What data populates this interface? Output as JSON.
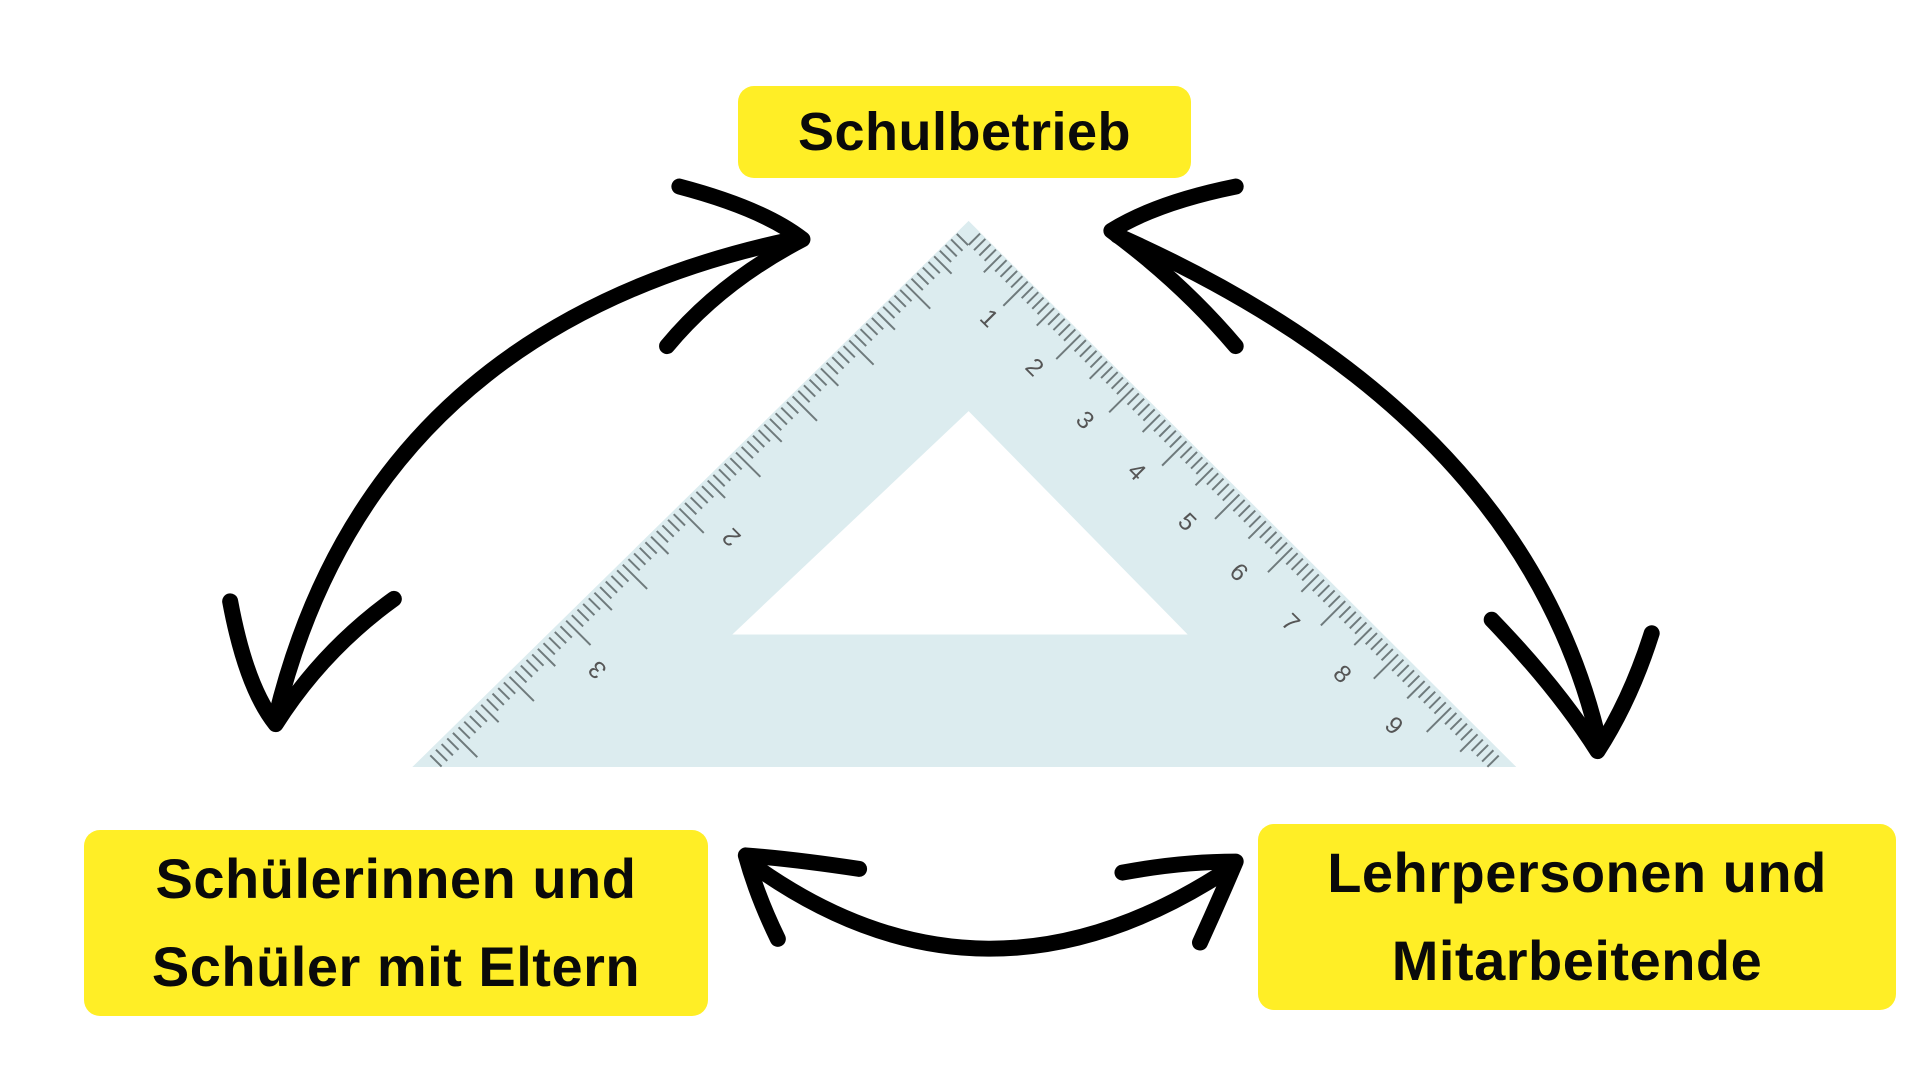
{
  "nodes": {
    "top": "Schulbetrieb",
    "left": [
      "Schülerinnen und",
      "Schüler mit Eltern"
    ],
    "right": [
      "Lehrpersonen und",
      "Mitarbeitende"
    ]
  },
  "ruler": {
    "right_edge_labels": [
      "1",
      "2",
      "3",
      "4",
      "5",
      "6",
      "7",
      "8",
      "9"
    ],
    "left_edge_labels": [
      "2",
      "3"
    ]
  },
  "colors": {
    "box": "#ffee26",
    "ruler": "#dcecef",
    "arrow": "#000000"
  }
}
